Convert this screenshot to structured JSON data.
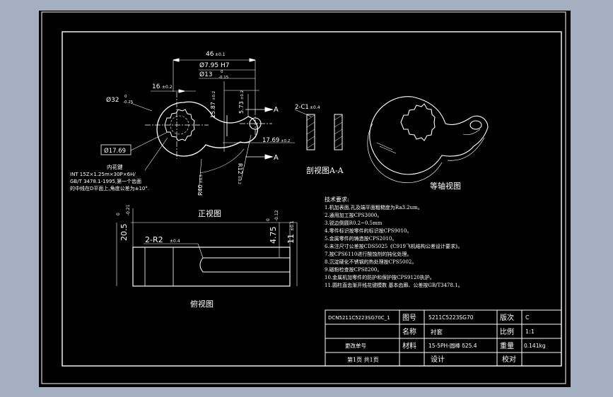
{
  "colors": {
    "background": "#a4afc1",
    "sheet": "#000000",
    "line": "#ffffff"
  },
  "front_view": {
    "title": "正视图",
    "dims": {
      "length_46": "46",
      "length_46_tol": "±0.1",
      "hole_795": "Ø7.95 H7",
      "dia_13": "Ø13",
      "dia_13_tol_up": "0",
      "dia_13_tol_low": "-0.15",
      "dim_16": "16",
      "dim_16_tol": "±0.2",
      "dia_32": "Ø32",
      "dia_32_tol_up": "0",
      "dia_32_tol_low": "-0.25",
      "v_1587": "15.87",
      "v_1587_tol": "±0.2",
      "v_573": "5.73",
      "v_573_tol": "±0.2",
      "arrow_a_top": "A",
      "arrow_a_bottom": "A",
      "dim_1769": "17.69",
      "dim_1769_tol": "±0.2",
      "box_1769": "Ø17.69",
      "r40": "R40",
      "r40_tol": "±0.5",
      "r12": "R12",
      "r12_tol": "±0.2"
    },
    "spline_note": {
      "line1": "内花键",
      "line2": "INT 15Z×1.25m×30P×6H/",
      "line3": "GB/T 3478.1-1995,第一个齿面",
      "line4": "的中线在D平面上,角度公差为±10°."
    }
  },
  "section_view": {
    "chamfer": "2-C1",
    "chamfer_tol": "±0.4",
    "title": "剖视图A-A"
  },
  "iso_view": {
    "title": "等轴视图"
  },
  "bottom_view": {
    "title": "俯视图",
    "v_205": "20.5",
    "v_205_tol_up": "0",
    "v_205_tol_low": "-0.21",
    "r2": "2-R2",
    "r2_tol": "±0.4",
    "v_475": "4.75",
    "v_475_tol_up": "0",
    "v_475_tol_low": "-0.12",
    "v_11": "11",
    "v_11_tol": "±0.1"
  },
  "tech_req": {
    "title": "技术要求:",
    "items": [
      "1.机加表面,孔及端平面粗糙度为Ra3.2um。",
      "2.通用加工按CPS3000。",
      "3.锐边倒圆R0.2~0.5mm",
      "4.零件标识按零件的标识按CPS9010。",
      "5.金属零件的铸造按CPS2010。",
      "6.未注尺寸公差按CDS5025《C919飞机结构公差设计要求》。",
      "7.按CPS6110进行酸蚀剂的钝化处理。",
      "8.沉淀硬化不锈钢的热处理按CPS5002。",
      "9.磁粉检查按CPS8200。",
      "10.金属机加零件的防护和保护按CPS9120执护。",
      "11.圆柱直齿渐开线花键模数 基本齿廓、公差按GB/T3478.1。"
    ]
  },
  "title_block": {
    "drawing_code": "DCN5211C5223SG70C_1",
    "label_tuhao": "图号",
    "tuhao": "5211C5223SG70",
    "label_banci": "版次",
    "banci": "C",
    "label_mingcheng": "名称",
    "mingcheng": "衬套",
    "label_bili": "比例",
    "bili": "1:1",
    "label_gaiban": "更改单号",
    "label_cailiao": "材料",
    "cailiao": "15-5PH-圆棒 δ25.4",
    "label_zhongliang": "重量",
    "zhongliang": "0.141kg",
    "page": "第1页 共1页",
    "label_sheji": "设计",
    "label_jiaodui": "校对"
  }
}
